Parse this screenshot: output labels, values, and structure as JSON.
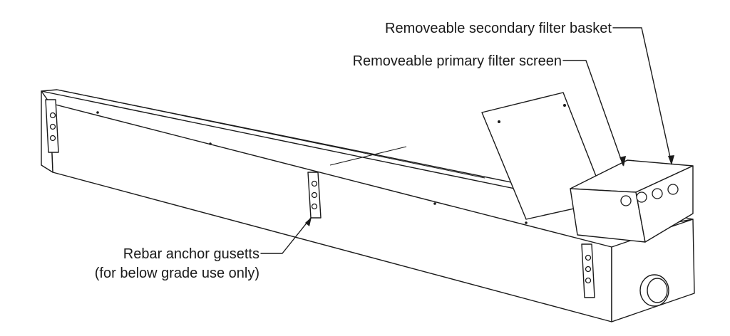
{
  "callouts": {
    "secondary_basket": "Removeable secondary filter basket",
    "primary_screen": "Removeable primary filter screen",
    "rebar_line1": "Rebar anchor gusetts",
    "rebar_line2": "(for below grade use only)"
  }
}
